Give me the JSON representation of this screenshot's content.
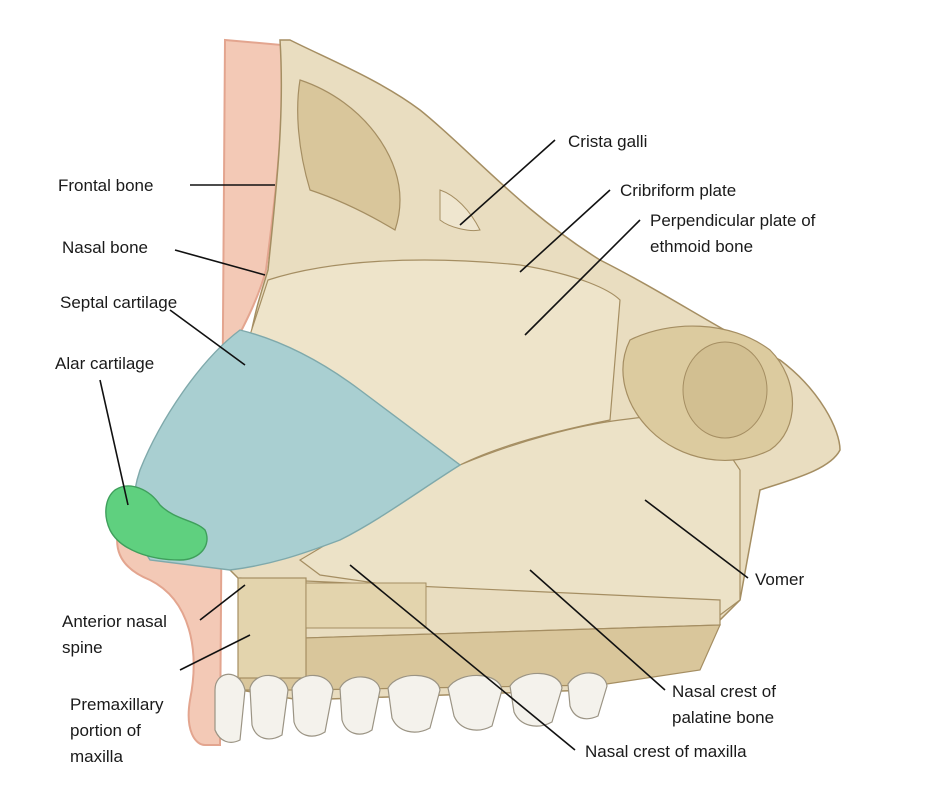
{
  "labels": {
    "frontal_bone": "Frontal bone",
    "nasal_bone": "Nasal bone",
    "septal_cartilage": "Septal cartilage",
    "alar_cartilage": "Alar cartilage",
    "anterior_nasal_spine": [
      "Anterior nasal",
      "spine"
    ],
    "premaxillary_portion": [
      "Premaxillary",
      "portion of",
      "maxilla"
    ],
    "crista_galli": "Crista galli",
    "cribriform_plate": "Cribriform plate",
    "perpendicular_plate": [
      "Perpendicular plate of",
      "ethmoid bone"
    ],
    "vomer": "Vomer",
    "nasal_crest_palatine": [
      "Nasal crest of",
      "palatine bone"
    ],
    "nasal_crest_maxilla": "Nasal crest of maxilla"
  },
  "colors": {
    "skin": "#f3c9b6",
    "bone": "#e9ddc0",
    "bone_shade": "#cdb990",
    "cartilage_septal": "#a9cfd1",
    "cartilage_alar": "#5fd07f",
    "tooth": "#f4f2ec"
  }
}
